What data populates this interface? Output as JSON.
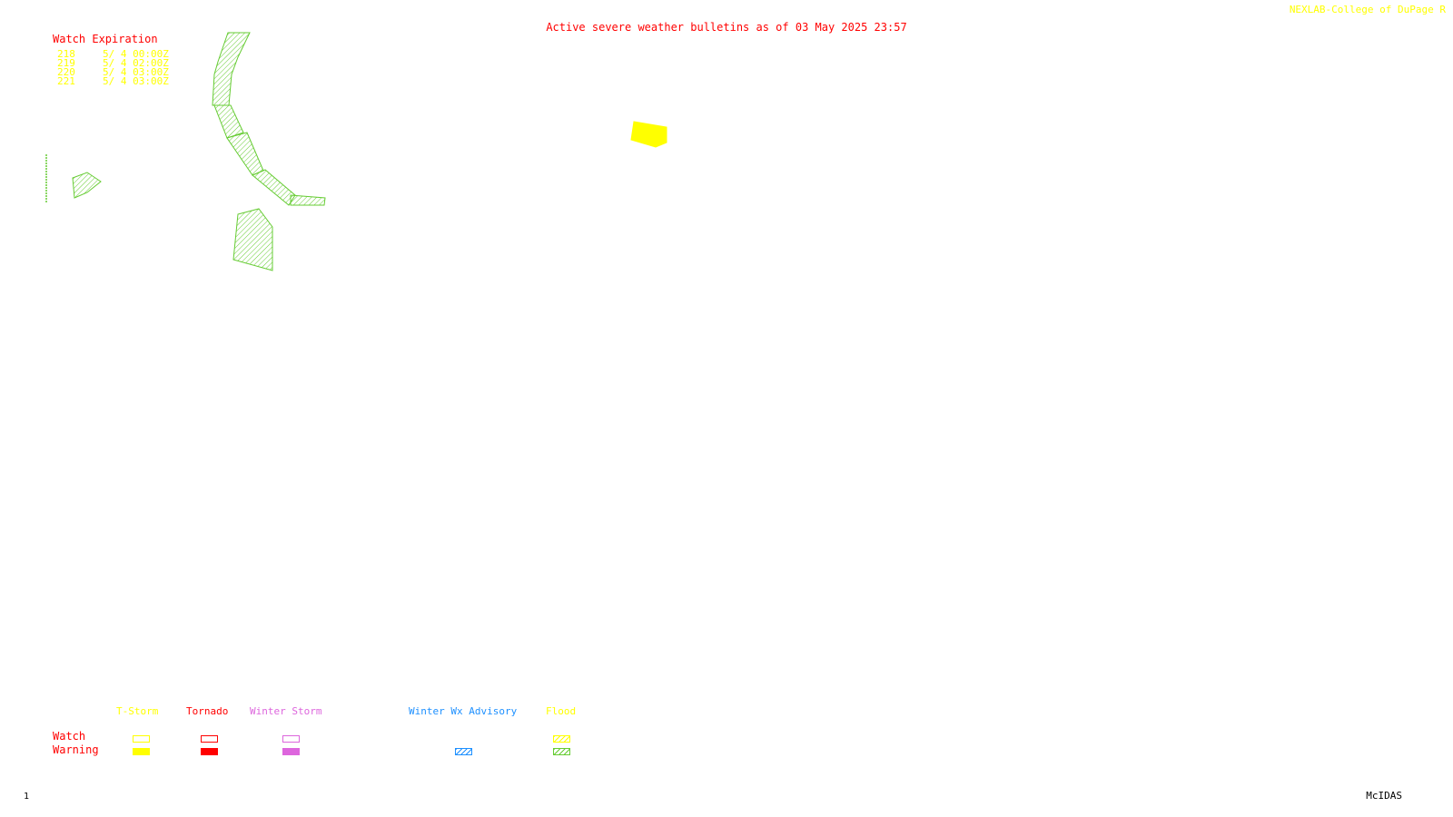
{
  "header": {
    "title": "Active severe weather bulletins as of 03 May 2025 23:57",
    "credit": "NEXLAB-College of DuPage R"
  },
  "watch_table": {
    "heading": "Watch Expiration",
    "rows": [
      {
        "id": "218",
        "expires": "5/ 4 00:00Z"
      },
      {
        "id": "219",
        "expires": "5/ 4 02:00Z"
      },
      {
        "id": "220",
        "expires": "5/ 4 03:00Z"
      },
      {
        "id": "221",
        "expires": "5/ 4 03:00Z"
      }
    ]
  },
  "legend": {
    "row_labels": {
      "watch": "Watch",
      "warning": "Warning"
    },
    "categories": [
      {
        "name": "T-Storm",
        "color": "#ffff00"
      },
      {
        "name": "Tornado",
        "color": "#ff0000"
      },
      {
        "name": "Winter Storm",
        "color": "#dd66dd"
      },
      {
        "name": "Winter Wx Advisory",
        "color": "#1e90ff"
      },
      {
        "name": "Flood",
        "color": "#66cc33"
      }
    ]
  },
  "colors": {
    "title": "#ff0000",
    "credit": "#ffff00",
    "watch_heading": "#ff0000",
    "watch_rows": "#ffff00",
    "flood": "#66cc33",
    "tstorm": "#ffff00"
  },
  "footer": {
    "frame_number": "1",
    "software": "McIDAS"
  }
}
